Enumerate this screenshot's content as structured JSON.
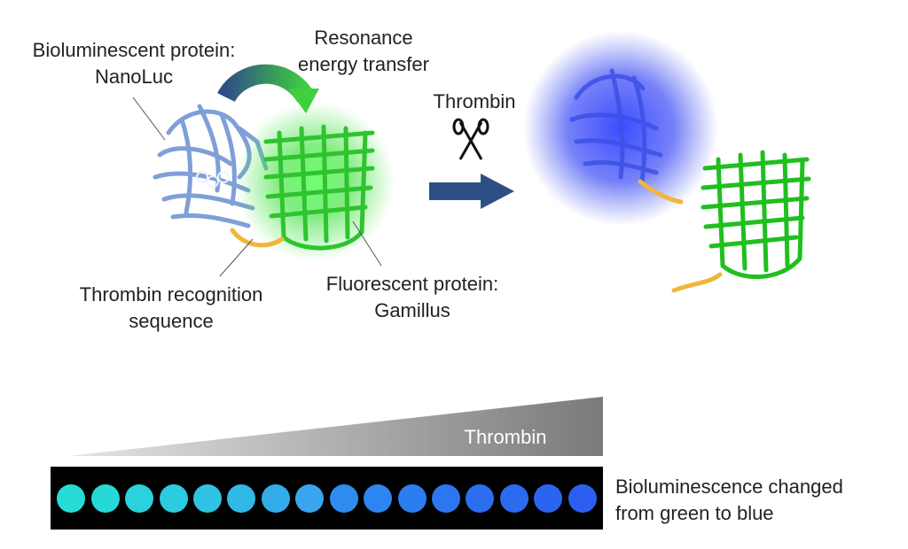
{
  "labels": {
    "bioluminescent_protein": "Bioluminescent protein:",
    "bioluminescent_protein_name": "NanoLuc",
    "ret_line1": "Resonance",
    "ret_line2": "energy transfer",
    "thrombin_top": "Thrombin",
    "recognition_line1": "Thrombin recognition",
    "recognition_line2": "sequence",
    "fluorescent_protein": "Fluorescent protein:",
    "fluorescent_protein_name": "Gamillus",
    "ramp_label": "Thrombin",
    "result_line1": "Bioluminescence changed",
    "result_line2": "from green to blue"
  },
  "icons": {
    "scissors": "scissors-icon",
    "arrow": "arrow-right-icon"
  },
  "colors": {
    "nanoluc": "#7f9fd8",
    "gamillus_green": "#3ad13a",
    "linker": "#f0b63c",
    "blue_glow": "#2a3cff",
    "arrow_blue": "#2e4f86",
    "ramp_gray": "#7c7c7c"
  },
  "wells": [
    "#27dcd6",
    "#27d8d8",
    "#29d2dc",
    "#2ccbe0",
    "#2fc2e2",
    "#31b8e4",
    "#32adea",
    "#3aa5ee",
    "#2f8bf0",
    "#2e84f0",
    "#2c7df0",
    "#2c76f0",
    "#2b6ef0",
    "#2c6af0",
    "#2c64f0",
    "#2c5ff0"
  ]
}
